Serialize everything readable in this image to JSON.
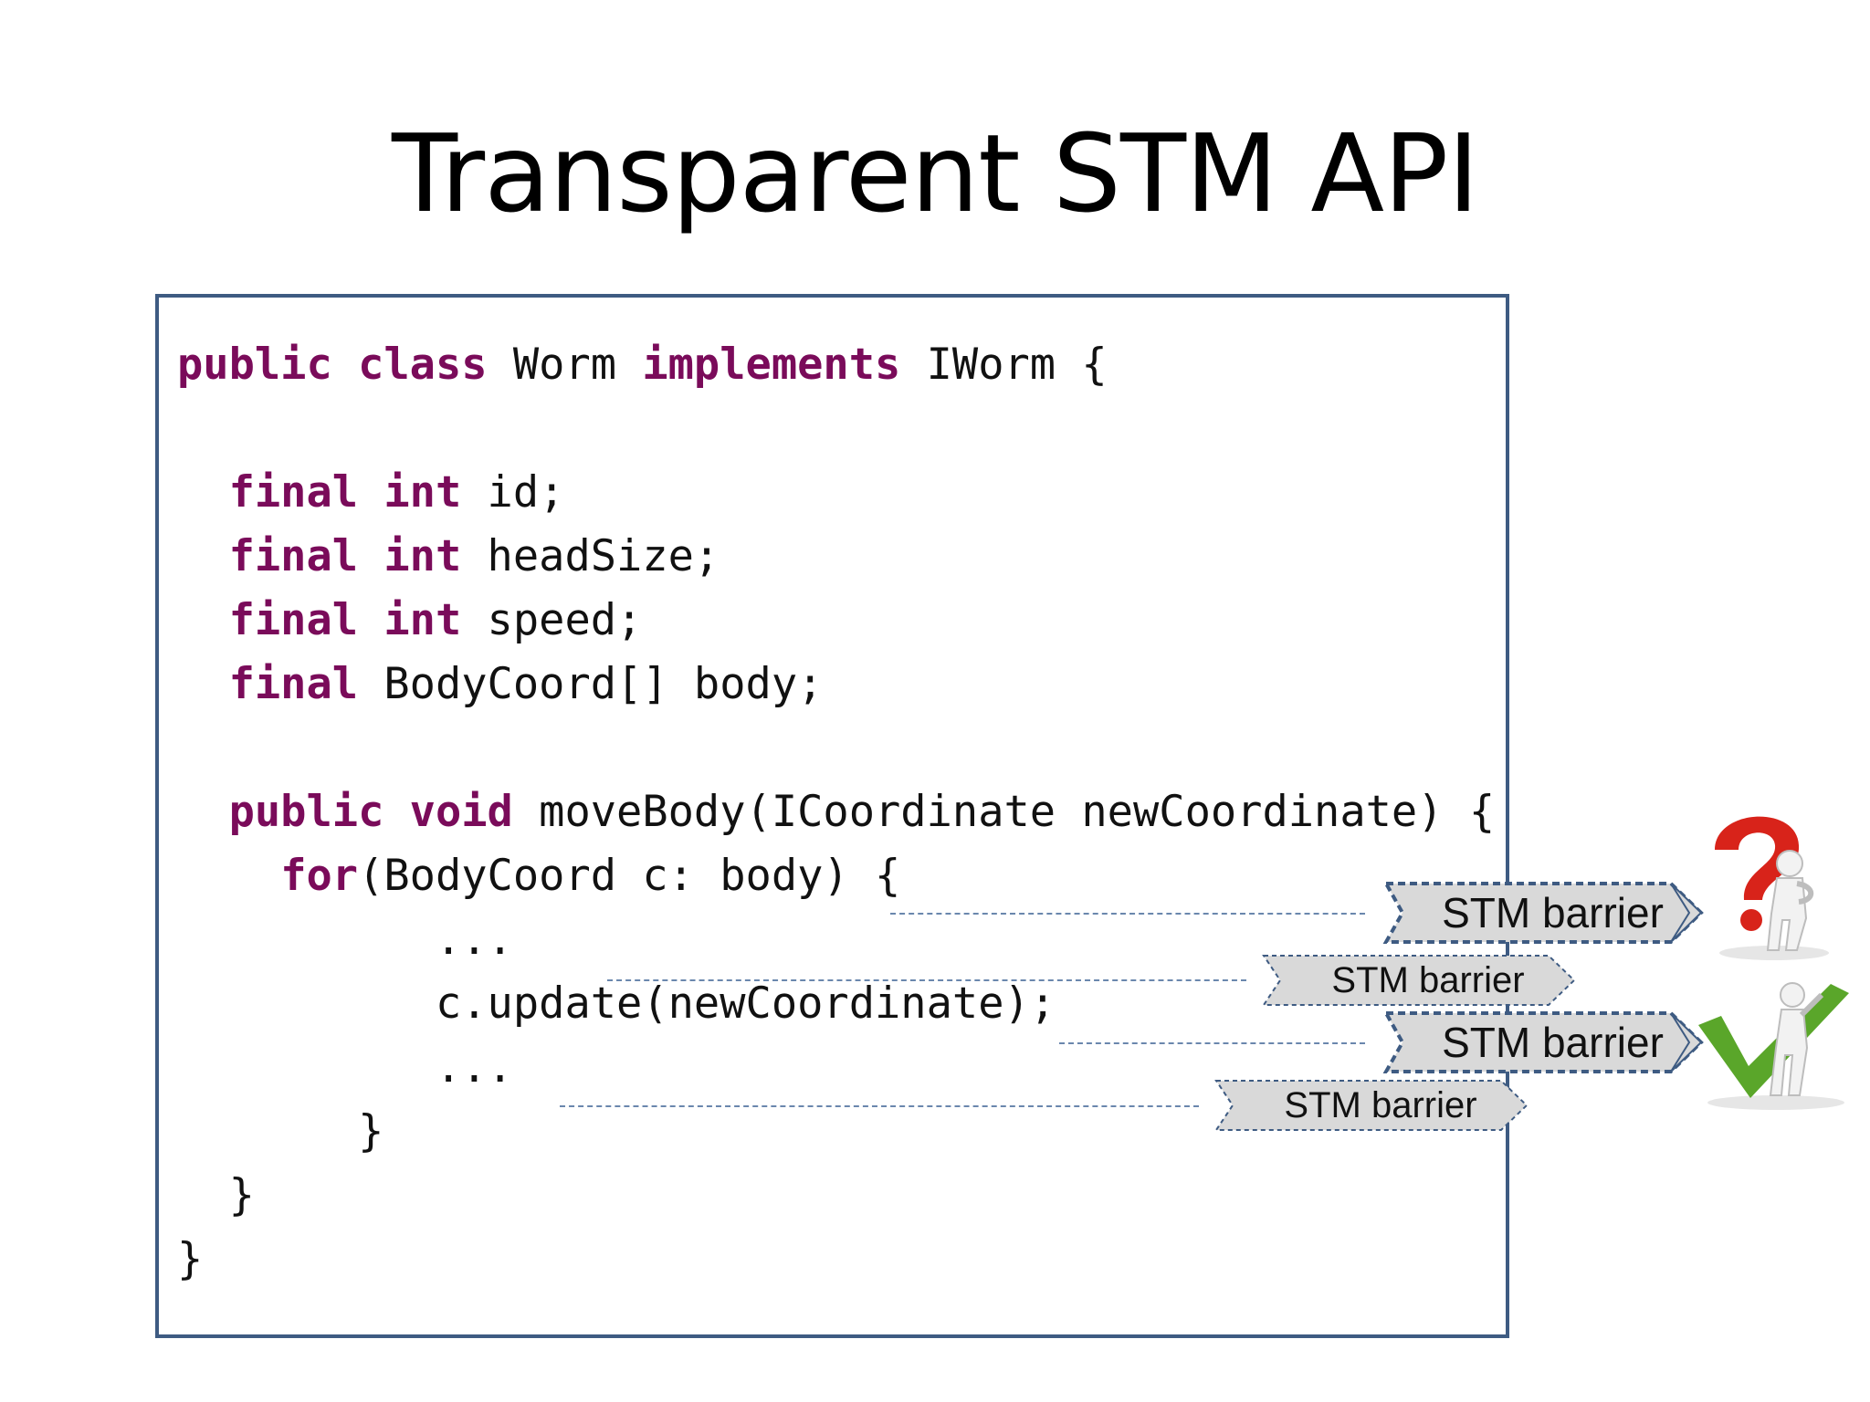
{
  "slide": {
    "title": "Transparent STM API"
  },
  "code": {
    "lines": [
      [
        {
          "t": "public class",
          "k": true
        },
        {
          "t": " Worm "
        },
        {
          "t": "implements",
          "k": true
        },
        {
          "t": " IWorm {"
        }
      ],
      [],
      [
        {
          "t": "  "
        },
        {
          "t": "final int",
          "k": true
        },
        {
          "t": " id;"
        }
      ],
      [
        {
          "t": "  "
        },
        {
          "t": "final int",
          "k": true
        },
        {
          "t": " headSize;"
        }
      ],
      [
        {
          "t": "  "
        },
        {
          "t": "final int",
          "k": true
        },
        {
          "t": " speed;"
        }
      ],
      [
        {
          "t": "  "
        },
        {
          "t": "final",
          "k": true
        },
        {
          "t": " BodyCoord[] body;"
        }
      ],
      [],
      [
        {
          "t": "  "
        },
        {
          "t": "public void",
          "k": true
        },
        {
          "t": " moveBody(ICoordinate newCoordinate) {"
        }
      ],
      [
        {
          "t": "    "
        },
        {
          "t": "for",
          "k": true
        },
        {
          "t": "(BodyCoord c: body) {"
        }
      ],
      [
        {
          "t": "          ..."
        }
      ],
      [
        {
          "t": "          c.update(newCoordinate);"
        }
      ],
      [
        {
          "t": "          ..."
        }
      ],
      [
        {
          "t": "       }"
        }
      ],
      [
        {
          "t": "  }"
        }
      ],
      [
        {
          "t": "}"
        }
      ]
    ]
  },
  "barriers": [
    {
      "label": "STM barrier",
      "style": "highlighted"
    },
    {
      "label": "STM barrier",
      "style": "plain"
    },
    {
      "label": "STM barrier",
      "style": "highlighted"
    },
    {
      "label": "STM barrier",
      "style": "plain"
    }
  ],
  "icons": {
    "question": "question-mark-figure-icon",
    "check": "checkmark-figure-icon"
  },
  "colors": {
    "keyword": "#7a0b5a",
    "border": "#3e5b82",
    "barrier_fill": "#d9d9d9",
    "barrier_border": "#3e5b82",
    "question": "#d8231a",
    "check": "#5aa62a"
  }
}
